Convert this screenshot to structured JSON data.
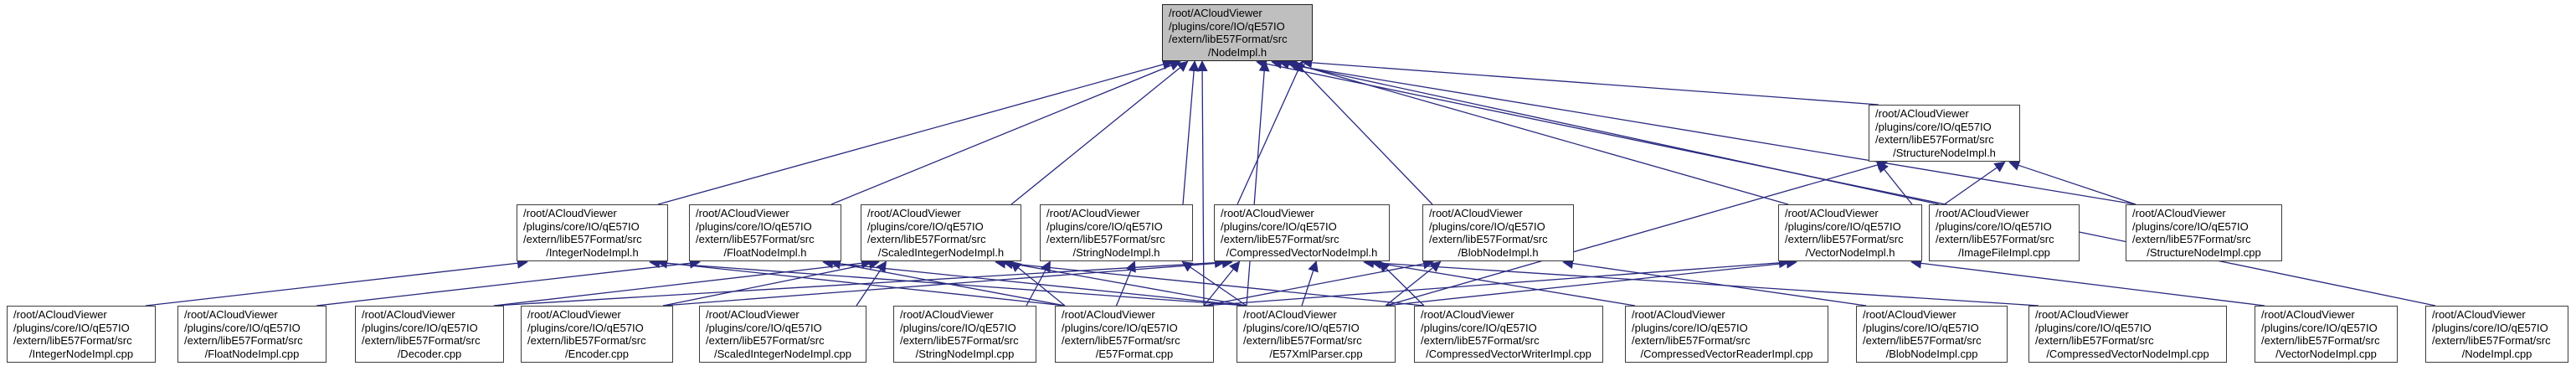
{
  "diagram": {
    "type": "include-dependency-graph",
    "tool_style": "doxygen-graphviz",
    "colors": {
      "background": "#ffffff",
      "edge": "#29297f",
      "node_border": "#3c3c3c",
      "node_fill": "#ffffff",
      "main_node_fill": "#bfbfbf",
      "text": "#000000"
    },
    "path_prefix": [
      "/root/ACloudViewer",
      "/plugins/core/IO/qE57IO",
      "/extern/libE57Format/src"
    ],
    "nodes": [
      {
        "id": "NodeImpl.h",
        "file": "/NodeImpl.h",
        "main": true
      },
      {
        "id": "StructureNodeImpl.h",
        "file": "/StructureNodeImpl.h",
        "main": false
      },
      {
        "id": "IntegerNodeImpl.h",
        "file": "/IntegerNodeImpl.h",
        "main": false
      },
      {
        "id": "FloatNodeImpl.h",
        "file": "/FloatNodeImpl.h",
        "main": false
      },
      {
        "id": "ScaledIntegerNodeImpl.h",
        "file": "/ScaledIntegerNodeImpl.h",
        "main": false
      },
      {
        "id": "StringNodeImpl.h",
        "file": "/StringNodeImpl.h",
        "main": false
      },
      {
        "id": "CompressedVectorNodeImpl.h",
        "file": "/CompressedVectorNodeImpl.h",
        "main": false
      },
      {
        "id": "BlobNodeImpl.h",
        "file": "/BlobNodeImpl.h",
        "main": false
      },
      {
        "id": "VectorNodeImpl.h",
        "file": "/VectorNodeImpl.h",
        "main": false
      },
      {
        "id": "ImageFileImpl.cpp",
        "file": "/ImageFileImpl.cpp",
        "main": false
      },
      {
        "id": "StructureNodeImpl.cpp",
        "file": "/StructureNodeImpl.cpp",
        "main": false
      },
      {
        "id": "IntegerNodeImpl.cpp",
        "file": "/IntegerNodeImpl.cpp",
        "main": false
      },
      {
        "id": "FloatNodeImpl.cpp",
        "file": "/FloatNodeImpl.cpp",
        "main": false
      },
      {
        "id": "Decoder.cpp",
        "file": "/Decoder.cpp",
        "main": false
      },
      {
        "id": "Encoder.cpp",
        "file": "/Encoder.cpp",
        "main": false
      },
      {
        "id": "ScaledIntegerNodeImpl.cpp",
        "file": "/ScaledIntegerNodeImpl.cpp",
        "main": false
      },
      {
        "id": "StringNodeImpl.cpp",
        "file": "/StringNodeImpl.cpp",
        "main": false
      },
      {
        "id": "E57Format.cpp",
        "file": "/E57Format.cpp",
        "main": false
      },
      {
        "id": "E57XmlParser.cpp",
        "file": "/E57XmlParser.cpp",
        "main": false
      },
      {
        "id": "CompressedVectorWriterImpl.cpp",
        "file": "/CompressedVectorWriterImpl.cpp",
        "main": false
      },
      {
        "id": "CompressedVectorReaderImpl.cpp",
        "file": "/CompressedVectorReaderImpl.cpp",
        "main": false
      },
      {
        "id": "BlobNodeImpl.cpp",
        "file": "/BlobNodeImpl.cpp",
        "main": false
      },
      {
        "id": "CompressedVectorNodeImpl.cpp",
        "file": "/CompressedVectorNodeImpl.cpp",
        "main": false
      },
      {
        "id": "VectorNodeImpl.cpp",
        "file": "/VectorNodeImpl.cpp",
        "main": false
      },
      {
        "id": "NodeImpl.cpp",
        "file": "/NodeImpl.cpp",
        "main": false
      }
    ],
    "edges": [
      {
        "from": "StructureNodeImpl.h",
        "to": "NodeImpl.h"
      },
      {
        "from": "IntegerNodeImpl.h",
        "to": "NodeImpl.h"
      },
      {
        "from": "FloatNodeImpl.h",
        "to": "NodeImpl.h"
      },
      {
        "from": "ScaledIntegerNodeImpl.h",
        "to": "NodeImpl.h"
      },
      {
        "from": "StringNodeImpl.h",
        "to": "NodeImpl.h"
      },
      {
        "from": "CompressedVectorNodeImpl.h",
        "to": "NodeImpl.h"
      },
      {
        "from": "BlobNodeImpl.h",
        "to": "NodeImpl.h"
      },
      {
        "from": "VectorNodeImpl.h",
        "to": "NodeImpl.h"
      },
      {
        "from": "ImageFileImpl.cpp",
        "to": "NodeImpl.h"
      },
      {
        "from": "StructureNodeImpl.cpp",
        "to": "NodeImpl.h"
      },
      {
        "from": "E57Format.cpp",
        "to": "NodeImpl.h"
      },
      {
        "from": "E57XmlParser.cpp",
        "to": "NodeImpl.h"
      },
      {
        "from": "NodeImpl.cpp",
        "to": "NodeImpl.h"
      },
      {
        "from": "VectorNodeImpl.h",
        "to": "StructureNodeImpl.h"
      },
      {
        "from": "ImageFileImpl.cpp",
        "to": "StructureNodeImpl.h"
      },
      {
        "from": "StructureNodeImpl.cpp",
        "to": "StructureNodeImpl.h"
      },
      {
        "from": "E57XmlParser.cpp",
        "to": "StructureNodeImpl.h"
      },
      {
        "from": "IntegerNodeImpl.cpp",
        "to": "IntegerNodeImpl.h"
      },
      {
        "from": "E57Format.cpp",
        "to": "IntegerNodeImpl.h"
      },
      {
        "from": "E57XmlParser.cpp",
        "to": "IntegerNodeImpl.h"
      },
      {
        "from": "FloatNodeImpl.cpp",
        "to": "FloatNodeImpl.h"
      },
      {
        "from": "E57Format.cpp",
        "to": "FloatNodeImpl.h"
      },
      {
        "from": "E57XmlParser.cpp",
        "to": "FloatNodeImpl.h"
      },
      {
        "from": "Decoder.cpp",
        "to": "ScaledIntegerNodeImpl.h"
      },
      {
        "from": "Encoder.cpp",
        "to": "ScaledIntegerNodeImpl.h"
      },
      {
        "from": "ScaledIntegerNodeImpl.cpp",
        "to": "ScaledIntegerNodeImpl.h"
      },
      {
        "from": "E57Format.cpp",
        "to": "ScaledIntegerNodeImpl.h"
      },
      {
        "from": "E57XmlParser.cpp",
        "to": "ScaledIntegerNodeImpl.h"
      },
      {
        "from": "CompressedVectorWriterImpl.cpp",
        "to": "ScaledIntegerNodeImpl.h"
      },
      {
        "from": "StringNodeImpl.cpp",
        "to": "StringNodeImpl.h"
      },
      {
        "from": "E57Format.cpp",
        "to": "StringNodeImpl.h"
      },
      {
        "from": "E57XmlParser.cpp",
        "to": "StringNodeImpl.h"
      },
      {
        "from": "Decoder.cpp",
        "to": "CompressedVectorNodeImpl.h"
      },
      {
        "from": "Encoder.cpp",
        "to": "CompressedVectorNodeImpl.h"
      },
      {
        "from": "E57Format.cpp",
        "to": "CompressedVectorNodeImpl.h"
      },
      {
        "from": "E57XmlParser.cpp",
        "to": "CompressedVectorNodeImpl.h"
      },
      {
        "from": "CompressedVectorWriterImpl.cpp",
        "to": "CompressedVectorNodeImpl.h"
      },
      {
        "from": "CompressedVectorReaderImpl.cpp",
        "to": "CompressedVectorNodeImpl.h"
      },
      {
        "from": "CompressedVectorNodeImpl.cpp",
        "to": "CompressedVectorNodeImpl.h"
      },
      {
        "from": "BlobNodeImpl.cpp",
        "to": "BlobNodeImpl.h"
      },
      {
        "from": "E57Format.cpp",
        "to": "BlobNodeImpl.h"
      },
      {
        "from": "E57XmlParser.cpp",
        "to": "BlobNodeImpl.h"
      },
      {
        "from": "VectorNodeImpl.cpp",
        "to": "VectorNodeImpl.h"
      },
      {
        "from": "E57Format.cpp",
        "to": "VectorNodeImpl.h"
      },
      {
        "from": "E57XmlParser.cpp",
        "to": "VectorNodeImpl.h"
      }
    ]
  }
}
